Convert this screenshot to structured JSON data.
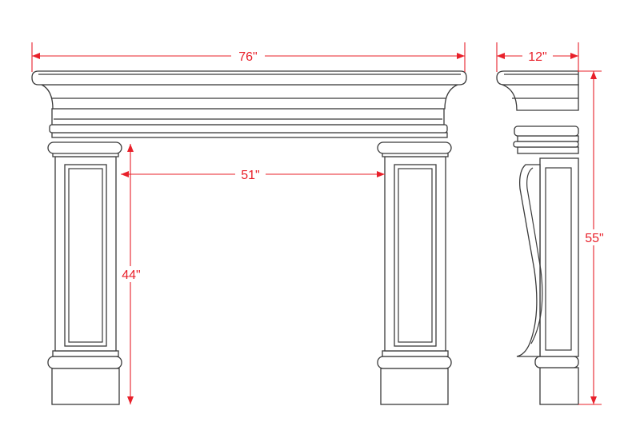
{
  "dimensions": {
    "overall_width": "76\"",
    "opening_width": "51\"",
    "opening_height": "44\"",
    "depth": "12\"",
    "overall_height": "55\""
  },
  "colors": {
    "dimension": "#e8202a",
    "outline": "#3a3a3a",
    "background": "#ffffff"
  }
}
